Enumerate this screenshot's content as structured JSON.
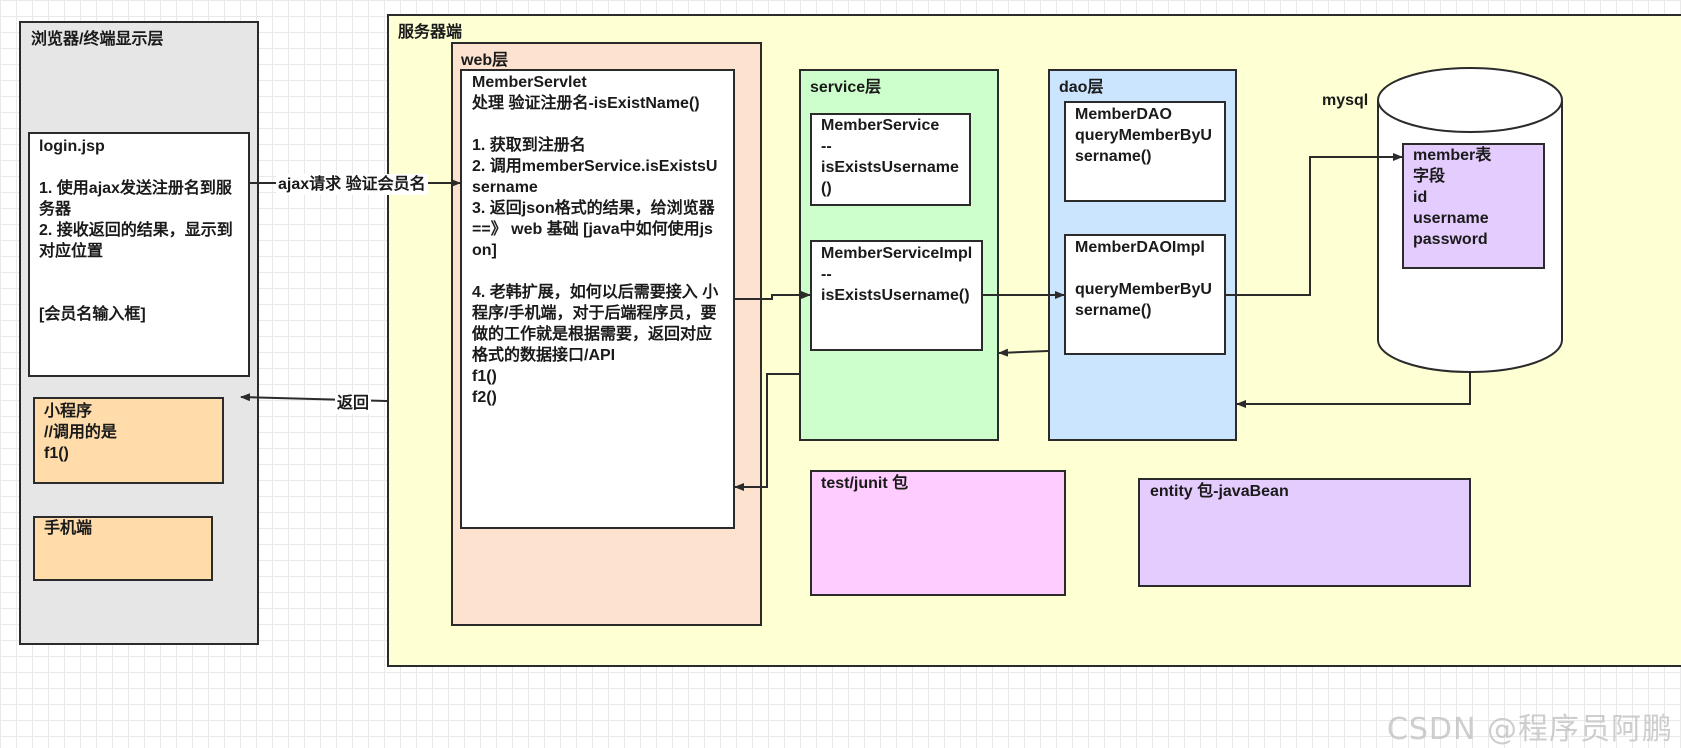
{
  "browser": {
    "title": "浏览器/终端显示层",
    "login_title": "login.jsp",
    "login_body": "1. 使用ajax发送注册名到服务器\n2. 接收返回的结果，显示到对应位置\n\n\n[会员名输入框]",
    "miniprogram": "小程序\n//调用的是\nf1()",
    "mobile": "手机端"
  },
  "server": {
    "title": "服务器端",
    "web_title": "web层",
    "servlet": "MemberServlet\n处理 验证注册名-isExistName()\n\n1. 获取到注册名\n2. 调用memberService.isExistsUsername\n3. 返回json格式的结果，给浏览器==》 web 基础 [java中如何使用json]\n\n4. 老韩扩展，如何以后需要接入 小程序/手机端，对于后端程序员，要做的工作就是根据需要，返回对应格式的数据接口/API\nf1()\nf2()",
    "service_title": "service层",
    "service_iface": "MemberService\n--\nisExistsUsername()",
    "service_impl": "MemberServiceImpl\n--\nisExistsUsername()",
    "dao_title": "dao层",
    "dao_iface": "MemberDAO\nqueryMemberByUsername()",
    "dao_impl": "MemberDAOImpl\n\nqueryMemberByUsername()",
    "mysql_label": "mysql",
    "table": "member表\n字段\nid\nusername\npassword",
    "test": "test/junit 包",
    "entity": "entity 包-javaBean"
  },
  "arrows": {
    "ajax_label": "ajax请求 验证会员名",
    "return_label": "返回"
  },
  "watermark": "CSDN @程序员阿鹏",
  "colors": {
    "browser_bg": "#e6e6e6",
    "server_bg": "#ffffd4",
    "web_bg": "#fde3cf",
    "service_bg": "#ccffcc",
    "dao_bg": "#cce5ff",
    "mini_bg": "#ffdcaa",
    "test_bg": "#ffccff",
    "entity_bg": "#e5ccff"
  }
}
